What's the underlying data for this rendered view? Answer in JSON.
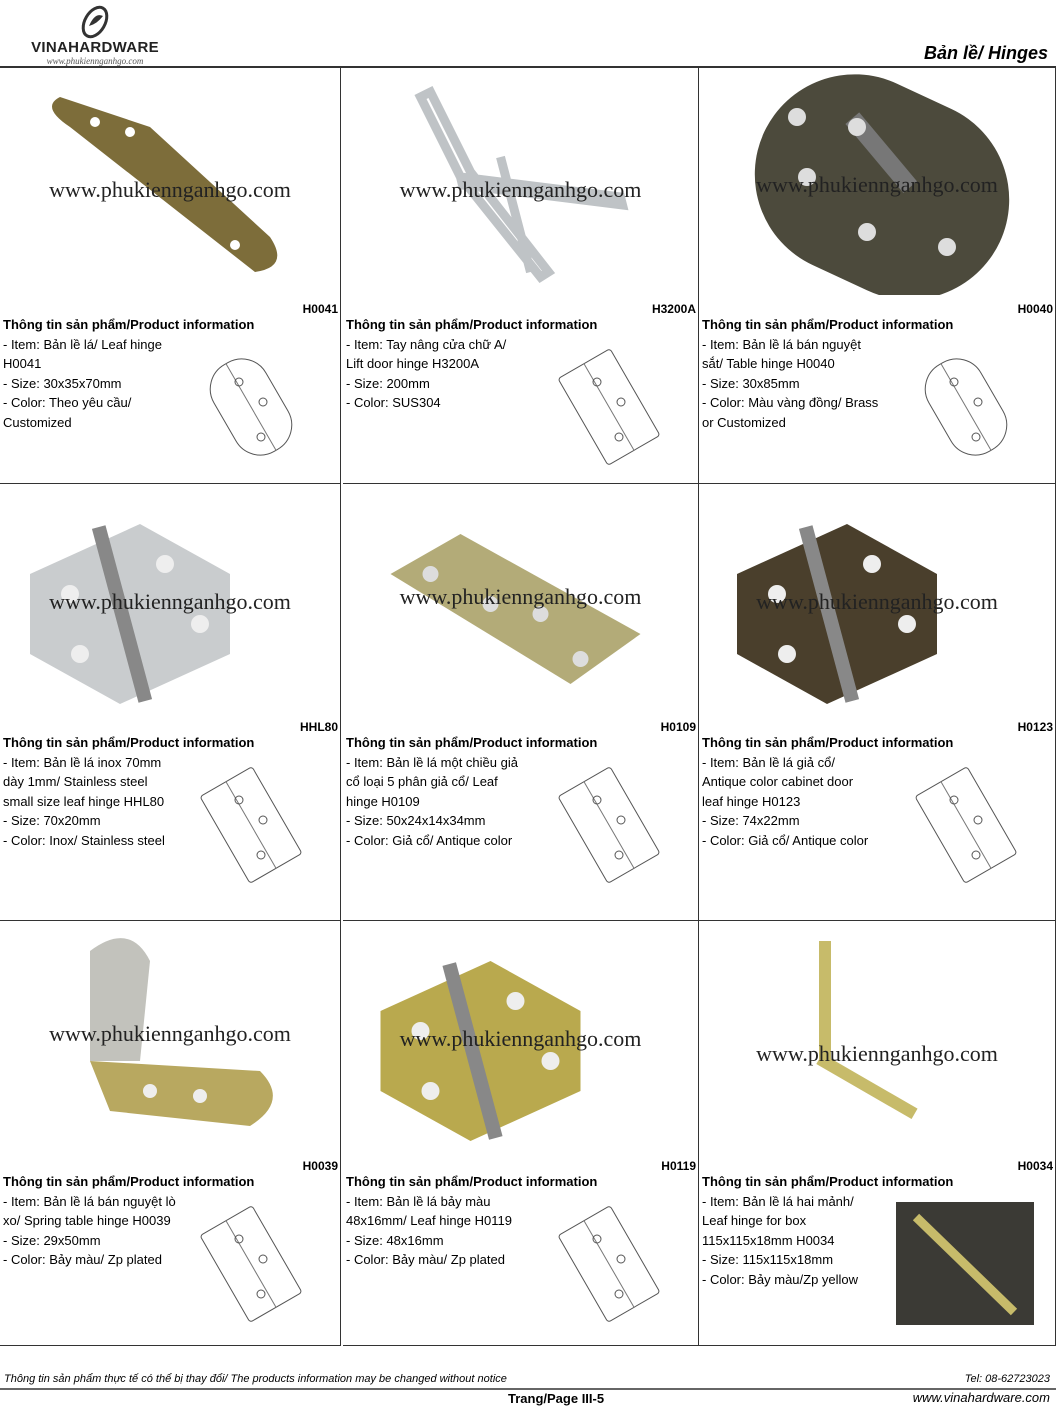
{
  "header": {
    "brand": "VINAHARDWARE",
    "brand_url": "www.phukiennganhgo.com",
    "title": "Bản lề/ Hinges"
  },
  "watermark": "www.phukiennganhgo.com",
  "info_heading": "Thông tin sản phẩm/Product information",
  "products": [
    {
      "code": "H0041",
      "lines": [
        "- Item: Bản lề lá/ Leaf hinge",
        "H0041",
        "- Size: 30x35x70mm",
        "- Color: Theo yêu cầu/",
        "Customized"
      ],
      "photo": "teardrop",
      "color": "#7d6d3a"
    },
    {
      "code": "H3200A",
      "lines": [
        "- Item: Tay nâng cửa chữ A/",
        "Lift door hinge H3200A",
        "- Size: 200mm",
        "- Color: SUS304"
      ],
      "photo": "aframe",
      "color": "#bfc3c6"
    },
    {
      "code": "H0040",
      "lines": [
        "- Item: Bản lề lá bán nguyệt",
        "sắt/ Table hinge H0040",
        "- Size: 30x85mm",
        "- Color: Màu vàng đồng/ Brass",
        "or Customized"
      ],
      "photo": "oval",
      "color": "#4c4a3c"
    },
    {
      "code": "HHL80",
      "lines": [
        "- Item: Bản lề lá inox 70mm",
        "dày 1mm/ Stainless steel",
        "small size leaf hinge HHL80",
        "- Size: 70x20mm",
        "- Color: Inox/ Stainless steel"
      ],
      "photo": "butt",
      "color": "#c9ccce"
    },
    {
      "code": "H0109",
      "lines": [
        "- Item: Bản lề lá một chiều giả",
        "cổ loại 5 phân giả cổ/ Leaf",
        "hinge H0109",
        "- Size: 50x24x14x34mm",
        "- Color: Giả cổ/ Antique color"
      ],
      "photo": "flag",
      "color": "#b3ab78"
    },
    {
      "code": "H0123",
      "lines": [
        "- Item: Bản lề lá giả cổ/",
        "Antique color cabinet door",
        "leaf hinge H0123",
        "- Size: 74x22mm",
        "- Color: Giả cổ/ Antique color"
      ],
      "photo": "butt",
      "color": "#4a3f2c"
    },
    {
      "code": "H0039",
      "lines": [
        "- Item: Bản lề lá bán nguyệt lò",
        "xo/ Spring table hinge H0039",
        "- Size: 29x50mm",
        "- Color: Bảy màu/ Zp plated"
      ],
      "photo": "spring",
      "color": "#b8a860"
    },
    {
      "code": "H0119",
      "lines": [
        "- Item: Bản lề lá bảy màu",
        "48x16mm/ Leaf hinge H0119",
        "- Size: 48x16mm",
        "- Color: Bảy màu/ Zp plated"
      ],
      "photo": "butt",
      "color": "#b9a94e"
    },
    {
      "code": "H0034",
      "lines": [
        "- Item: Bản lề lá hai mảnh/",
        "Leaf hinge for box",
        "115x115x18mm H0034",
        "- Size: 115x115x18mm",
        "- Color: Bảy màu/Zp yellow"
      ],
      "photo": "strap",
      "color": "#c7bb6a"
    }
  ],
  "footer": {
    "note": "Thông tin sản phẩm thực tế có thể bị thay đổi/ The products information may be changed without notice",
    "tel": "Tel: 08-62723023",
    "page": "Trang/Page III-5",
    "website": "www.vinahardware.com"
  }
}
